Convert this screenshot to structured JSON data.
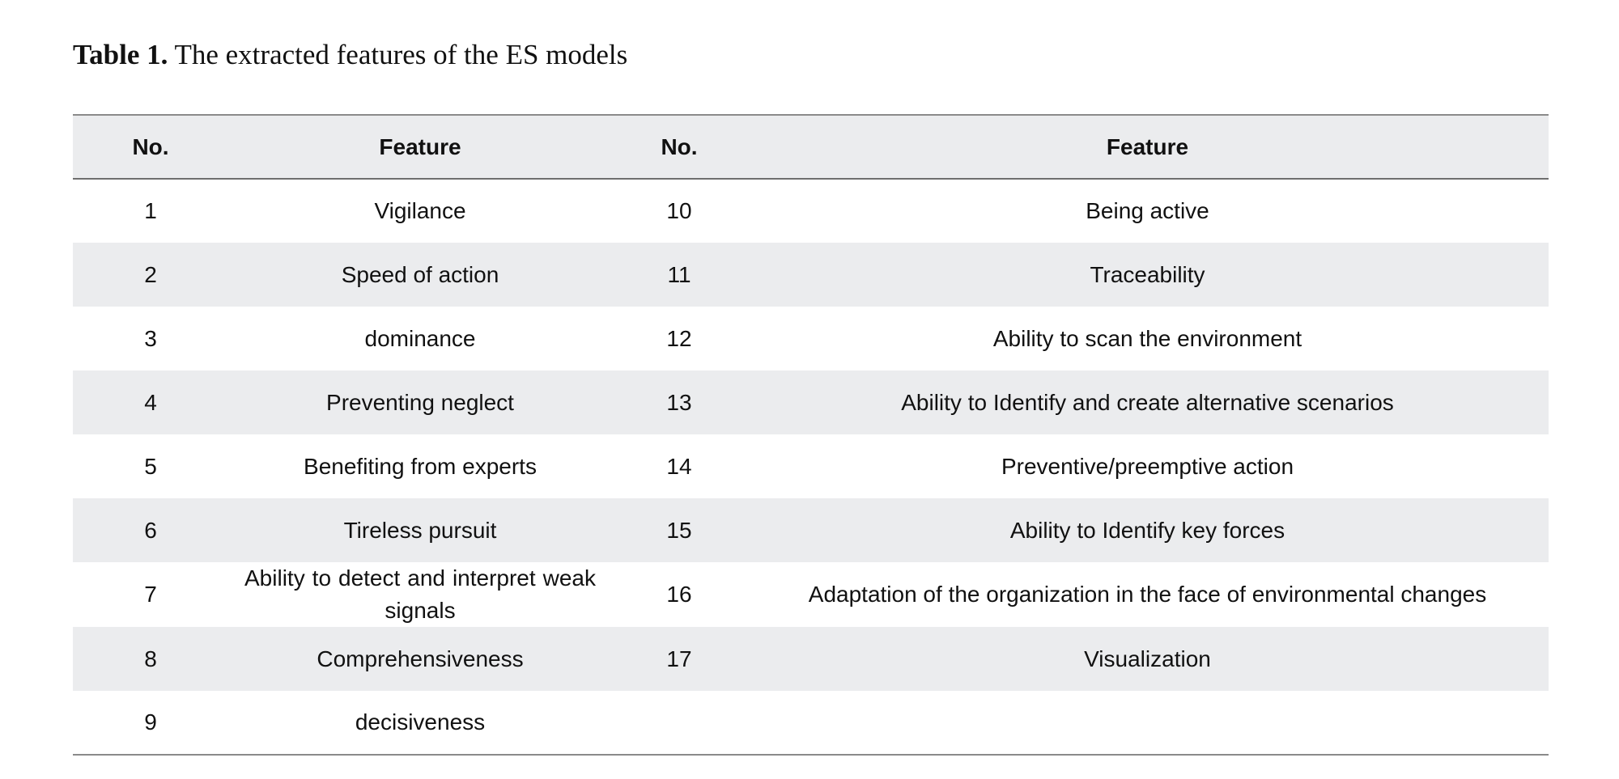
{
  "caption": {
    "label": "Table 1.",
    "text": "The extracted features of the ES models"
  },
  "table": {
    "headers": [
      "No.",
      "Feature",
      "No.",
      "Feature"
    ],
    "rows": [
      [
        "1",
        "Vigilance",
        "10",
        "Being active"
      ],
      [
        "2",
        "Speed of action",
        "11",
        "Traceability"
      ],
      [
        "3",
        "dominance",
        "12",
        "Ability to scan the environment"
      ],
      [
        "4",
        "Preventing neglect",
        "13",
        "Ability to Identify and create alternative scenarios"
      ],
      [
        "5",
        "Benefiting from experts",
        "14",
        "Preventive/preemptive action"
      ],
      [
        "6",
        "Tireless pursuit",
        "15",
        "Ability to Identify key forces"
      ],
      [
        "7",
        "Ability to detect and interpret weak signals",
        "16",
        "Adaptation of the organization in the face of environmental changes"
      ],
      [
        "8",
        "Comprehensiveness",
        "17",
        "Visualization"
      ],
      [
        "9",
        "decisiveness",
        "",
        ""
      ]
    ]
  },
  "colors": {
    "header_background": "#ebecee",
    "stripe_background": "#ebecee",
    "rule_color": "#8a8a8a"
  }
}
